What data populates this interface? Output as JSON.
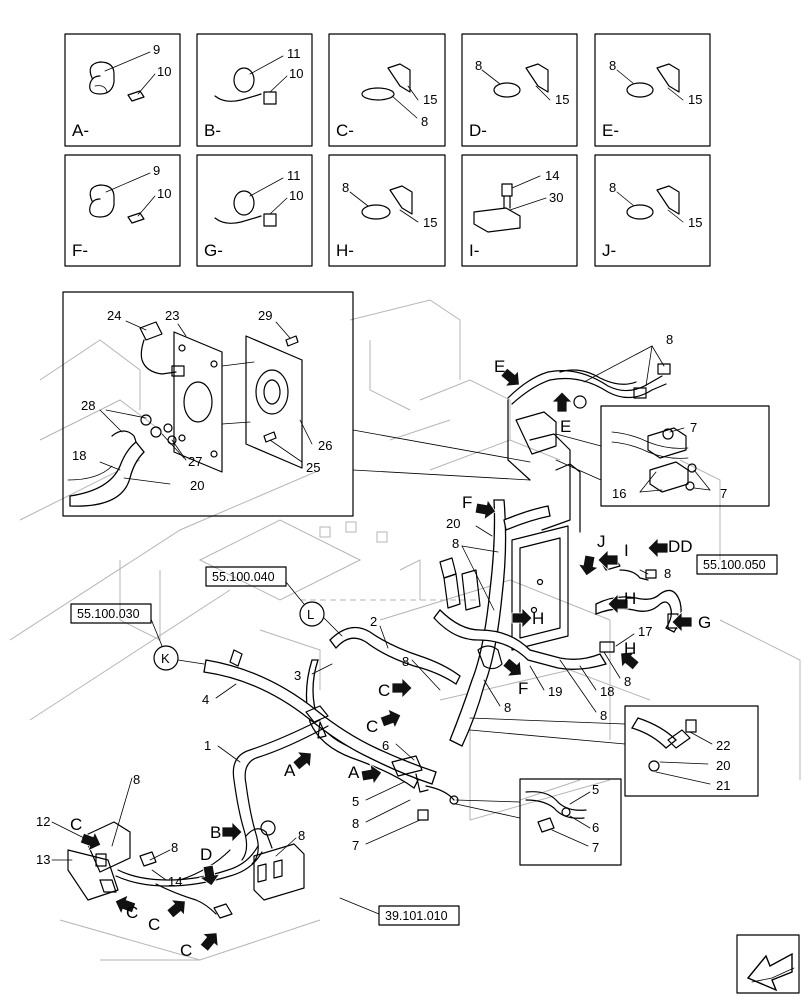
{
  "detail_boxes": [
    {
      "letter": "A-",
      "callouts": [
        "9",
        "10"
      ]
    },
    {
      "letter": "B-",
      "callouts": [
        "11",
        "10"
      ]
    },
    {
      "letter": "C-",
      "callouts": [
        "15",
        "8"
      ]
    },
    {
      "letter": "D-",
      "callouts": [
        "8",
        "15"
      ]
    },
    {
      "letter": "E-",
      "callouts": [
        "8",
        "15"
      ]
    },
    {
      "letter": "F-",
      "callouts": [
        "9",
        "10"
      ]
    },
    {
      "letter": "G-",
      "callouts": [
        "11",
        "10"
      ]
    },
    {
      "letter": "H-",
      "callouts": [
        "8",
        "15"
      ]
    },
    {
      "letter": "I-",
      "callouts": [
        "14",
        "30"
      ]
    },
    {
      "letter": "J-",
      "callouts": [
        "8",
        "15"
      ]
    }
  ],
  "inset_top": {
    "callouts": [
      "24",
      "23",
      "29",
      "28",
      "18",
      "27",
      "26",
      "25",
      "20"
    ]
  },
  "inset_right": {
    "callouts": [
      "7",
      "16",
      "7"
    ]
  },
  "inset_hose": {
    "callouts": [
      "22",
      "20",
      "21"
    ]
  },
  "inset_bottom": {
    "callouts": [
      "5",
      "6",
      "7"
    ]
  },
  "section_refs": {
    "ref_040": "55.100.040",
    "ref_030": "55.100.030",
    "ref_050": "55.100.050",
    "ref_010": "39.101.010"
  },
  "circle_labels": {
    "L": "L",
    "K": "K"
  },
  "view_arrows": {
    "E": "E",
    "E2": "E",
    "F": "F",
    "F2": "F",
    "J": "J",
    "I": "I",
    "DD": "DD",
    "H": "H",
    "H2": "H",
    "H3": "H",
    "G": "G",
    "C": "C",
    "C2": "C",
    "A": "A",
    "A2": "A",
    "B": "B",
    "D": "D",
    "C3": "C",
    "C4": "C",
    "C5": "C",
    "C6": "C"
  },
  "main_callouts": {
    "c8_top": "8",
    "c7_r1": "7",
    "c16": "16",
    "c7_r2": "7",
    "c20": "20",
    "c8_mid": "8",
    "c8_j": "8",
    "c17": "17",
    "c8_h": "8",
    "c2": "2",
    "c3": "3",
    "c8_b": "8",
    "c19": "19",
    "c18": "18",
    "c8_c": "8",
    "c8_d": "8",
    "c4": "4",
    "c1": "1",
    "c6": "6",
    "c5": "5",
    "c8_e": "8",
    "c7_e": "7",
    "c8_f": "8",
    "c8_g": "8",
    "c8_h2": "8",
    "c12": "12",
    "c13": "13",
    "c14": "14"
  },
  "corner_icon": "arrow-icon"
}
